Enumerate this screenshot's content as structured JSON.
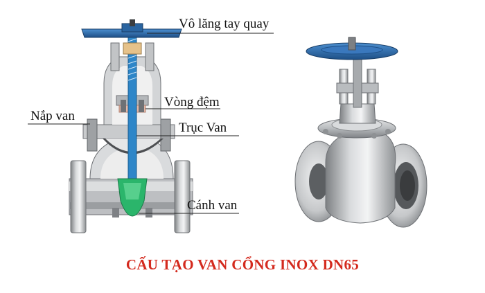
{
  "labels": {
    "handwheel": "Vô lăng tay quay",
    "gasket": "Vòng đệm",
    "bonnet": "Nắp van",
    "stem": "Trục Van",
    "disc": "Cánh van"
  },
  "caption": "CẤU TẠO VAN CỔNG INOX DN65",
  "colors": {
    "caption": "#d42a1e",
    "wheel": "#2f6fa8",
    "stem": "#2e86c8",
    "disc": "#2bb56b",
    "gasket": "#e8b9a7",
    "steel": "#c4c6c8",
    "steel_dark": "#8b8e91",
    "cut_face": "#ededed"
  }
}
